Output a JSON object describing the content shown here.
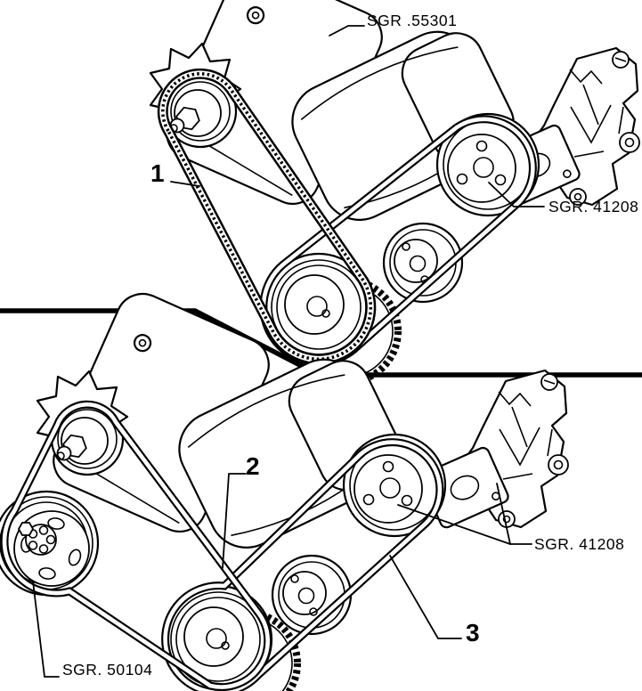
{
  "page": {
    "background_color": "#ffffff",
    "line_color": "#000000",
    "description": "Black-and-white exploded line drawing of engine accessory drive belt layouts, two variants separated by a thick stepped divider line"
  },
  "labels": {
    "top": {
      "sgr_55301": "SGR .55301",
      "sgr_41208": "SGR. 41208",
      "callout_1": "1"
    },
    "bottom": {
      "callout_2": "2",
      "callout_3": "3",
      "sgr_41208": "SGR. 41208",
      "sgr_50104": "SGR. 50104"
    }
  }
}
